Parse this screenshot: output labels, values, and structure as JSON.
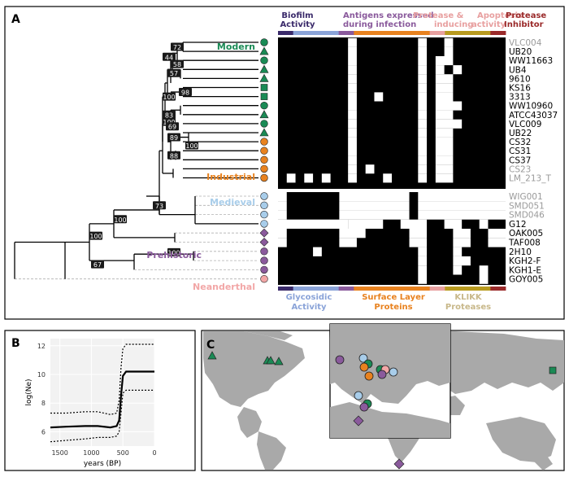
{
  "panels": {
    "a": "A",
    "b": "B",
    "c": "C"
  },
  "colors": {
    "modern": "#1a8a55",
    "industrial": "#e8821f",
    "medieval": "#a8cdea",
    "prehistoric": "#8a5a9c",
    "neanderthal": "#f2a7a7",
    "cell_on": "#000000",
    "cell_off": "#ffffff",
    "land": "#a9a9a9",
    "tree": "#000000",
    "bootstrap_bg": "#1a1a1a"
  },
  "group_labels": {
    "modern": "Modern",
    "industrial": "Industrial",
    "medieval": "Medieval",
    "prehistoric": "Prehistoric",
    "neanderthal": "Neanderthal"
  },
  "top_categories": [
    {
      "line1": "Biofilm",
      "line2": "Activity",
      "color": "#3a2a6a"
    },
    {
      "line1": "Antigens expressed",
      "line2": "during infection",
      "color": "#8a5a9c"
    },
    {
      "line1": "Protease &",
      "line2": "inducing",
      "color": "#e8a0a0"
    },
    {
      "line1": "Apoptosis",
      "line2": "activity",
      "color": "#e8a0a0"
    },
    {
      "line1": "Protease",
      "line2": "Inhibitor",
      "color": "#9a2a2a"
    }
  ],
  "bottom_categories": [
    {
      "line1": "Glycosidic",
      "line2": "Activity",
      "color": "#8aa3d8"
    },
    {
      "line1": "Surface Layer",
      "line2": "Proteins",
      "color": "#e8821f"
    },
    {
      "line1": "KLIKK",
      "line2": "Proteases",
      "color": "#c8b88a"
    }
  ],
  "strip_colors": [
    "#3a2a6a",
    "#8aa3d8",
    "#8aa3d8",
    "#8aa3d8",
    "#8a5a9c",
    "#e8821f",
    "#e8821f",
    "#e8821f",
    "#e8821f",
    "#e8821f",
    "#e8a0a0",
    "#b89a1e",
    "#b89a1e",
    "#b89a1e",
    "#9a2a2a"
  ],
  "samples": [
    {
      "name": "VLC004",
      "group": "modern",
      "shape": "circle",
      "gray": true
    },
    {
      "name": "UB20",
      "group": "modern",
      "shape": "triangle",
      "gray": false
    },
    {
      "name": "WW11663",
      "group": "modern",
      "shape": "circle",
      "gray": false
    },
    {
      "name": "UB4",
      "group": "modern",
      "shape": "triangle",
      "gray": false
    },
    {
      "name": "9610",
      "group": "modern",
      "shape": "triangle",
      "gray": false
    },
    {
      "name": "KS16",
      "group": "modern",
      "shape": "square",
      "gray": false
    },
    {
      "name": "3313",
      "group": "modern",
      "shape": "square",
      "gray": false
    },
    {
      "name": "WW10960",
      "group": "modern",
      "shape": "circle",
      "gray": false
    },
    {
      "name": "ATCC43037",
      "group": "modern",
      "shape": "triangle",
      "gray": false
    },
    {
      "name": "VLC009",
      "group": "modern",
      "shape": "circle",
      "gray": false
    },
    {
      "name": "UB22",
      "group": "modern",
      "shape": "triangle",
      "gray": false
    },
    {
      "name": "CS32",
      "group": "industrial",
      "shape": "circle",
      "gray": false
    },
    {
      "name": "CS31",
      "group": "industrial",
      "shape": "circle",
      "gray": false
    },
    {
      "name": "CS37",
      "group": "industrial",
      "shape": "circle",
      "gray": false
    },
    {
      "name": "CS23",
      "group": "industrial",
      "shape": "circle",
      "gray": true
    },
    {
      "name": "LM_213_T",
      "group": "industrial",
      "shape": "circle",
      "gray": true
    },
    {
      "name": "WIG001",
      "group": "medieval",
      "shape": "circle",
      "gray": true
    },
    {
      "name": "SMD051",
      "group": "medieval",
      "shape": "circle",
      "gray": true
    },
    {
      "name": "SMD046",
      "group": "medieval",
      "shape": "circle",
      "gray": true
    },
    {
      "name": "G12",
      "group": "medieval",
      "shape": "circle",
      "gray": false
    },
    {
      "name": "OAK005",
      "group": "prehistoric",
      "shape": "diamond",
      "gray": false
    },
    {
      "name": "TAF008",
      "group": "prehistoric",
      "shape": "diamond",
      "gray": false
    },
    {
      "name": "2H10",
      "group": "prehistoric",
      "shape": "circle",
      "gray": false
    },
    {
      "name": "KGH2-F",
      "group": "prehistoric",
      "shape": "circle",
      "gray": false
    },
    {
      "name": "KGH1-E",
      "group": "prehistoric",
      "shape": "circle",
      "gray": false
    },
    {
      "name": "GOY005",
      "group": "neanderthal",
      "shape": "circle",
      "gray": false
    }
  ],
  "heatmap_white": [
    [
      8,
      16
    ],
    [
      8,
      16
    ],
    [
      8,
      16
    ],
    [
      8,
      16
    ],
    [
      8,
      16
    ],
    [
      8,
      16
    ],
    [
      8,
      16
    ],
    [
      8,
      16
    ],
    [
      8,
      16
    ],
    [
      8,
      16
    ],
    [
      8,
      16
    ]
  ],
  "bootstraps": [
    "72",
    "44",
    "58",
    "57",
    "98",
    "100",
    "83",
    "100",
    "69",
    "89",
    "100",
    "88",
    "73",
    "100",
    "100",
    "100",
    "67"
  ],
  "ne_chart": {
    "type": "line",
    "ylabel": "log(Ne)",
    "xlabel": "years (BP)",
    "xticks": [
      "1500",
      "1000",
      "500",
      "0"
    ],
    "yticks": [
      "6",
      "8",
      "10",
      "12"
    ],
    "xlim": [
      1650,
      0
    ],
    "ylim": [
      5,
      12.5
    ],
    "series": [
      {
        "style": "solid",
        "x": [
          1650,
          1400,
          1100,
          900,
          700,
          600,
          560,
          530,
          500,
          450,
          400,
          300,
          200,
          100,
          0
        ],
        "y": [
          6.3,
          6.35,
          6.4,
          6.4,
          6.3,
          6.4,
          6.8,
          8.5,
          9.9,
          10.2,
          10.2,
          10.2,
          10.2,
          10.2,
          10.2
        ]
      },
      {
        "style": "dotted",
        "x": [
          1650,
          1400,
          1100,
          900,
          700,
          600,
          560,
          530,
          500,
          450,
          400,
          300,
          200,
          100,
          0
        ],
        "y": [
          7.3,
          7.3,
          7.4,
          7.4,
          7.2,
          7.3,
          8.2,
          10.5,
          11.8,
          12.1,
          12.1,
          12.1,
          12.1,
          12.1,
          12.1
        ]
      },
      {
        "style": "dotted",
        "x": [
          1650,
          1400,
          1100,
          900,
          700,
          600,
          560,
          530,
          500,
          450,
          400,
          300,
          200,
          100,
          0
        ],
        "y": [
          5.3,
          5.4,
          5.5,
          5.6,
          5.6,
          5.7,
          6.0,
          7.3,
          8.7,
          8.9,
          8.9,
          8.9,
          8.9,
          8.9,
          8.9
        ]
      }
    ]
  }
}
